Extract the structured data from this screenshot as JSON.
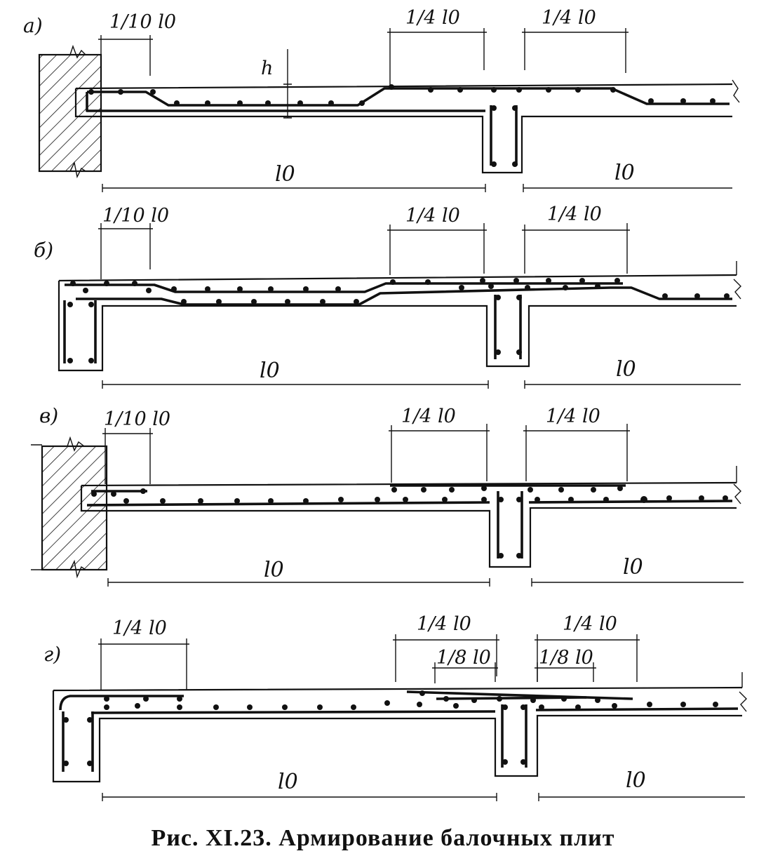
{
  "caption": "Рис. XI.23. Армирование балочных плит",
  "symbols": {
    "height": "h",
    "span": "l0"
  },
  "panels": [
    {
      "label": "а)",
      "edge_support": "wall",
      "dims": {
        "left": "1/10 l0",
        "mid_left": "1/4 l0",
        "mid_right": "1/4 l0"
      },
      "spans": [
        "l0",
        "l0"
      ]
    },
    {
      "label": "б)",
      "edge_support": "beam",
      "dims": {
        "left": "1/10 l0",
        "mid_left": "1/4 l0",
        "mid_right": "1/4 l0"
      },
      "spans": [
        "l0",
        "l0"
      ]
    },
    {
      "label": "в)",
      "edge_support": "wall",
      "dims": {
        "left": "1/10 l0",
        "mid_left": "1/4 l0",
        "mid_right": "1/4 l0"
      },
      "spans": [
        "l0",
        "l0"
      ]
    },
    {
      "label": "г)",
      "edge_support": "beam",
      "dims": {
        "left": "1/4 l0",
        "mid_left": "1/4 l0",
        "mid_right": "1/4 l0",
        "inner_left": "1/8 l0",
        "inner_right": "1/8 l0"
      },
      "spans": [
        "l0",
        "l0"
      ]
    }
  ]
}
